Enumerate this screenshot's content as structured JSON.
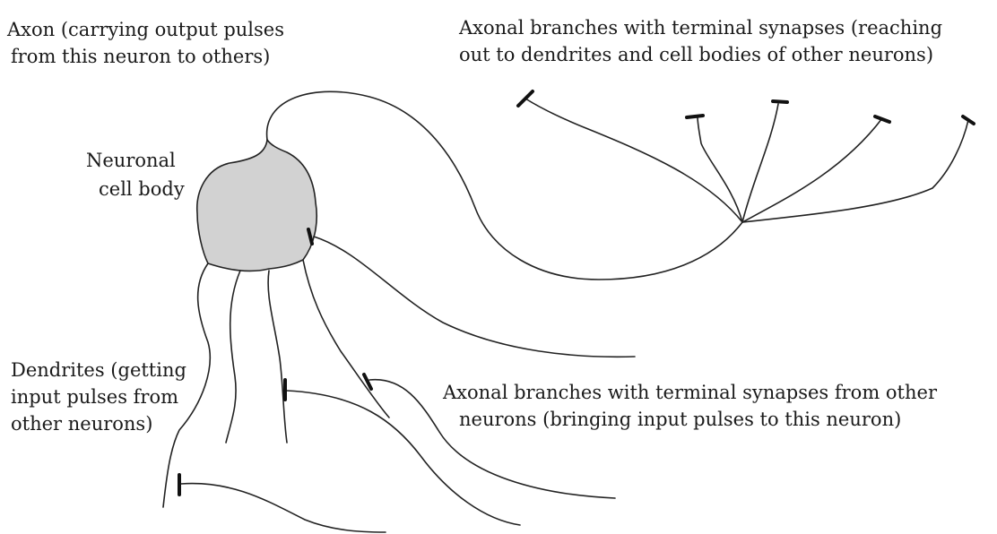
{
  "labels": {
    "axon": [
      "Axon (carrying output pulses",
      "from this neuron to others)"
    ],
    "output_branches": [
      "Axonal branches with terminal synapses (reaching",
      "out to dendrites and cell bodies of other neurons)"
    ],
    "cell_body": [
      "Neuronal",
      "cell body"
    ],
    "dendrites": [
      "Dendrites (getting",
      "input pulses from",
      "other neurons)"
    ],
    "input_branches": [
      "Axonal branches with terminal synapses from other",
      "neurons (bringing input pulses to this neuron)"
    ]
  },
  "colors": {
    "cell_body_fill": "#d2d2d2",
    "line": "#222222",
    "text": "#1a1a1a"
  }
}
